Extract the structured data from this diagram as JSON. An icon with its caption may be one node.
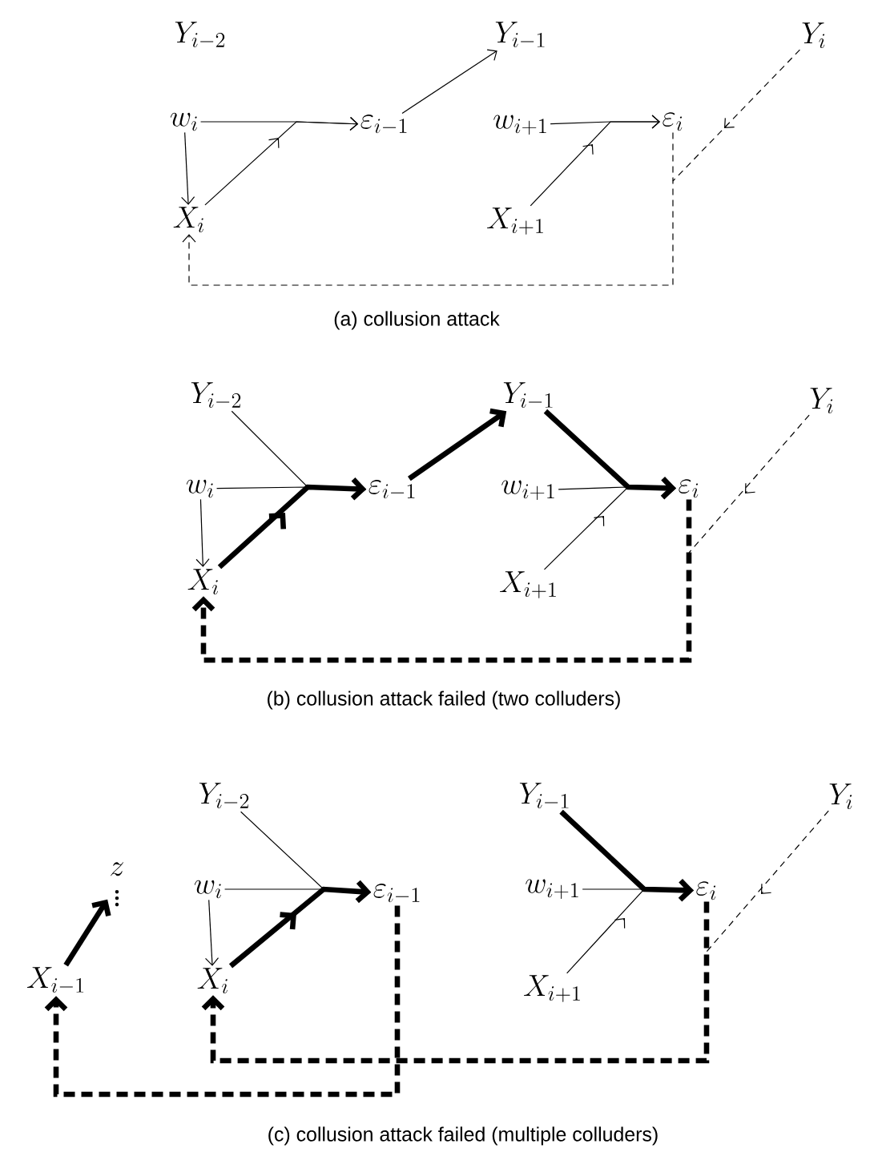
{
  "diagram": {
    "nodes": [
      {
        "text": [
          "Y_{i-1}"
        ]
      },
      {
        "text": [
          "Y_{i}"
        ]
      },
      {
        "text": [
          "w_{i}"
        ]
      },
      {
        "text": [
          "\\varepsilon_{i-1}"
        ]
      },
      {
        "text": [
          "w_{i+1}"
        ]
      },
      {
        "text": [
          "\\varepsilon_{i}"
        ]
      },
      {
        "text": [
          "X_{i}"
        ]
      },
      {
        "text": [
          "X_{i+1}"
        ]
      },
      {
        "text": [
          "Y_{i-2}"
        ]
      },
      {
        "text": [
          "Y_{i-1}"
        ]
      },
      {
        "text": [
          "Y_{i}"
        ]
      },
      {
        "text": [
          "w_{i}"
        ]
      },
      {
        "text": [
          "\\varepsilon_{i-1}"
        ]
      },
      {
        "text": [
          "w_{i+1}"
        ]
      },
      {
        "text": [
          "\\varepsilon_{i}"
        ]
      },
      {
        "text": [
          "X_{i}"
        ]
      },
      {
        "text": [
          "X_{i+1}"
        ]
      },
      {
        "text": [
          "Y_{i-2}"
        ]
      },
      {
        "text": [
          "Y_{i-1}"
        ]
      },
      {
        "text": [
          "Y_{i}"
        ]
      },
      {
        "text": [
          "z",
          "\\vdots"
        ]
      },
      {
        "text": [
          "w_{i}"
        ]
      },
      {
        "text": [
          "\\varepsilon_{i-1}"
        ]
      },
      {
        "text": [
          "w_{i+1}"
        ]
      },
      {
        "text": [
          "\\varepsilon_{i}"
        ]
      },
      {
        "text": [
          "X_{i-1}"
        ]
      },
      {
        "text": [
          "X_{i}"
        ]
      },
      {
        "text": [
          "X_{i+1}"
        ]
      }
    ],
    "edges": [
      {
        "from": 2,
        "to": 6,
        "arrow": "to"
      },
      {
        "from": 2,
        "to": 3,
        "arrow": "to"
      },
      {
        "from": 6,
        "to": 3,
        "arrow": "to"
      },
      {
        "from": 3,
        "to": 0,
        "arrow": "to"
      },
      {
        "from": 4,
        "to": 5,
        "arrow": "to"
      },
      {
        "from": 7,
        "to": 5,
        "arrow": "to"
      },
      {
        "from": 5,
        "to": 6,
        "arrow": "to",
        "style": "dashed"
      },
      {
        "from": 1,
        "to": 6,
        "arrow": "to",
        "style": "dashed"
      },
      {
        "from": 11,
        "to": 15,
        "arrow": "to"
      },
      {
        "from": 11,
        "to": 12,
        "arrow": "to"
      },
      {
        "from": 15,
        "to": 12,
        "arrow": "to",
        "style": "thick"
      },
      {
        "from": 8,
        "to": 12,
        "arrow": "to"
      },
      {
        "from": 12,
        "to": 9,
        "arrow": "to",
        "style": "thick"
      },
      {
        "from": 9,
        "to": 14,
        "arrow": "to",
        "style": "thick"
      },
      {
        "from": 13,
        "to": 14,
        "arrow": "to"
      },
      {
        "from": 16,
        "to": 14,
        "arrow": "to"
      },
      {
        "from": 14,
        "to": 15,
        "arrow": "to",
        "style": "dashed"
      },
      {
        "from": 10,
        "to": 15,
        "arrow": "to",
        "style": "dashed"
      },
      {
        "from": 21,
        "to": 26,
        "arrow": "to"
      },
      {
        "from": 21,
        "to": 22,
        "arrow": "to"
      },
      {
        "from": 26,
        "to": 22,
        "arrow": "to",
        "style": "thick"
      },
      {
        "from": 17,
        "to": 22,
        "arrow": "to"
      },
      {
        "from": 18,
        "to": 24,
        "arrow": "to",
        "style": "thick"
      },
      {
        "from": 23,
        "to": 24,
        "arrow": "to"
      },
      {
        "from": 27,
        "to": 24,
        "arrow": "to"
      },
      {
        "from": 22,
        "to": 25,
        "arrow": "to",
        "style": "dashed"
      },
      {
        "from": 24,
        "to": 26,
        "arrow": "to",
        "style": "dashed"
      },
      {
        "from": 19,
        "to": 26,
        "arrow": "to",
        "style": "dashed"
      },
      {
        "from": 25,
        "to": 20,
        "arrow": "to",
        "style": "thick"
      }
    ],
    "labels": [
      "Y_{i-2}",
      "(a) collusion attack",
      "(b) collusion attack failed (two colluders)",
      "(c) collusion attack failed (multiple colluders)"
    ]
  }
}
